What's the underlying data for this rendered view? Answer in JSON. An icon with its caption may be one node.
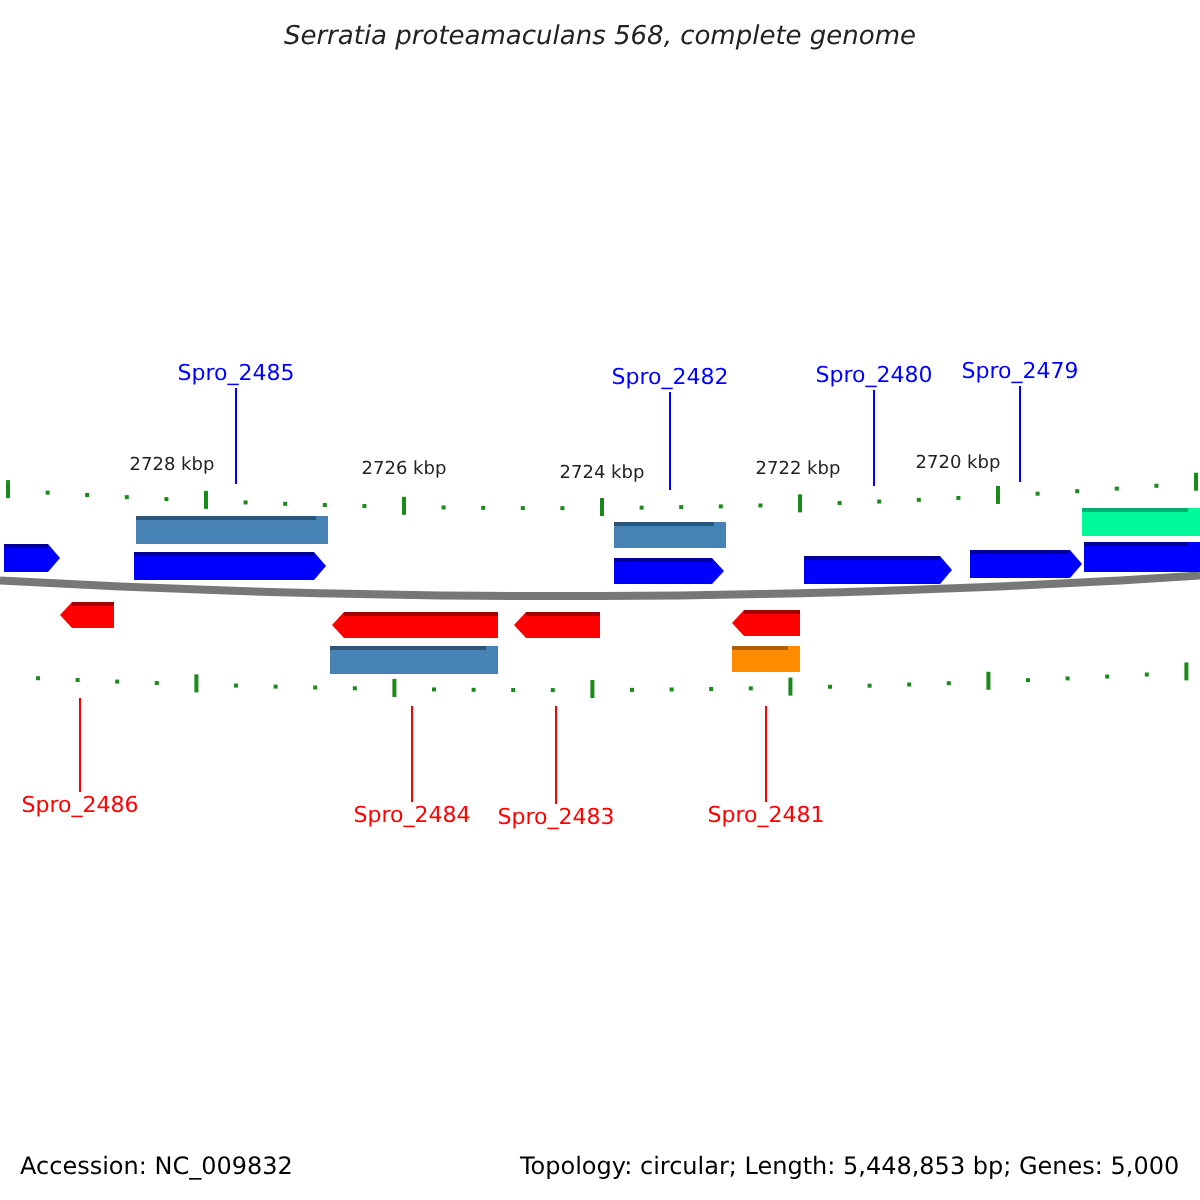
{
  "diagram": {
    "title": "Serratia proteamaculans 568, complete genome",
    "nodes": [
      {
        "text": [
          "Spro_2485"
        ]
      },
      {
        "text": [
          "Spro_2482"
        ]
      },
      {
        "text": [
          "Spro_2480"
        ]
      },
      {
        "text": [
          "Spro_2479"
        ]
      },
      {
        "text": [
          "Spro_2486"
        ]
      },
      {
        "text": [
          "Spro_2484"
        ]
      },
      {
        "text": [
          "Spro_2483"
        ]
      },
      {
        "text": [
          "Spro_2481"
        ]
      }
    ],
    "edges": [
      {
        "from": 0,
        "to": null,
        "arrow": "none"
      },
      {
        "from": 1,
        "to": null,
        "arrow": "none"
      },
      {
        "from": 2,
        "to": null,
        "arrow": "none"
      },
      {
        "from": 3,
        "to": null,
        "arrow": "none"
      },
      {
        "from": 4,
        "to": null,
        "arrow": "none",
        "color": "#ff0000"
      },
      {
        "from": 5,
        "to": null,
        "arrow": "none",
        "color": "#ff0000"
      },
      {
        "from": 6,
        "to": null,
        "arrow": "none",
        "color": "#ff0000"
      },
      {
        "from": 7,
        "to": null,
        "arrow": "none",
        "color": "#ff0000"
      }
    ],
    "labels": [
      "2728 kbp",
      "2726 kbp",
      "2724 kbp",
      "2722 kbp",
      "2720 kbp",
      "Accession: NC_009832",
      "Topology: circular; Length: 5,448,853 bp; Genes: 5,000"
    ]
  }
}
